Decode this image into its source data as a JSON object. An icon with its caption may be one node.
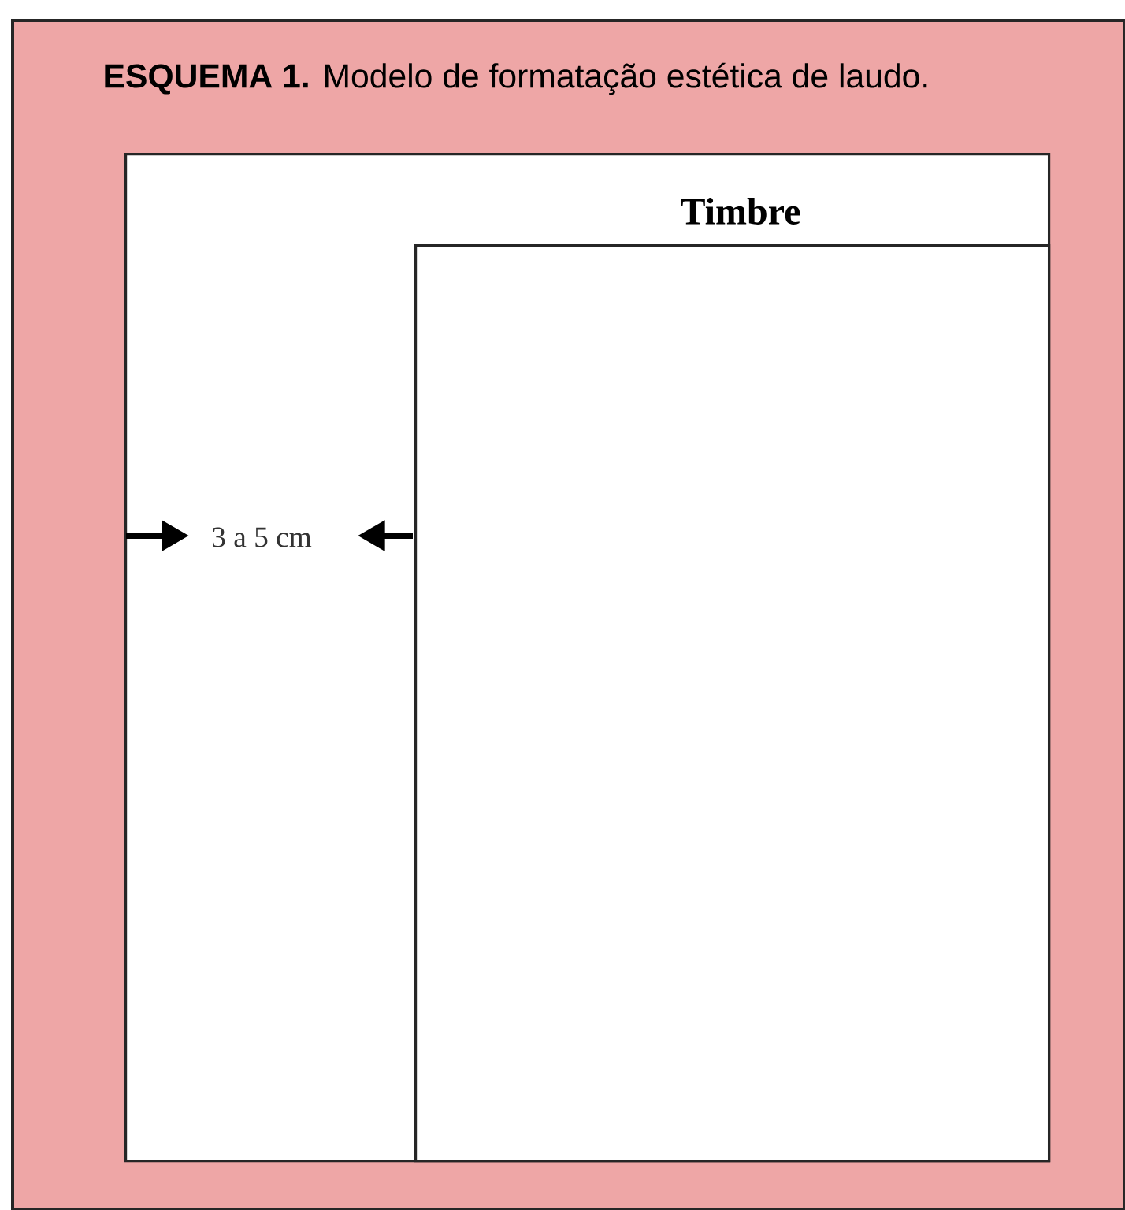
{
  "diagram": {
    "title": "**ESQUEMA 1.** Modelo de formatação estética de laudo.",
    "nodes": [
      {
        "text": [],
        "shape": "box"
      },
      {
        "text": [],
        "shape": "box",
        "in": 0
      }
    ],
    "labels": [
      "Timbre",
      "3 a 5 cm"
    ]
  }
}
